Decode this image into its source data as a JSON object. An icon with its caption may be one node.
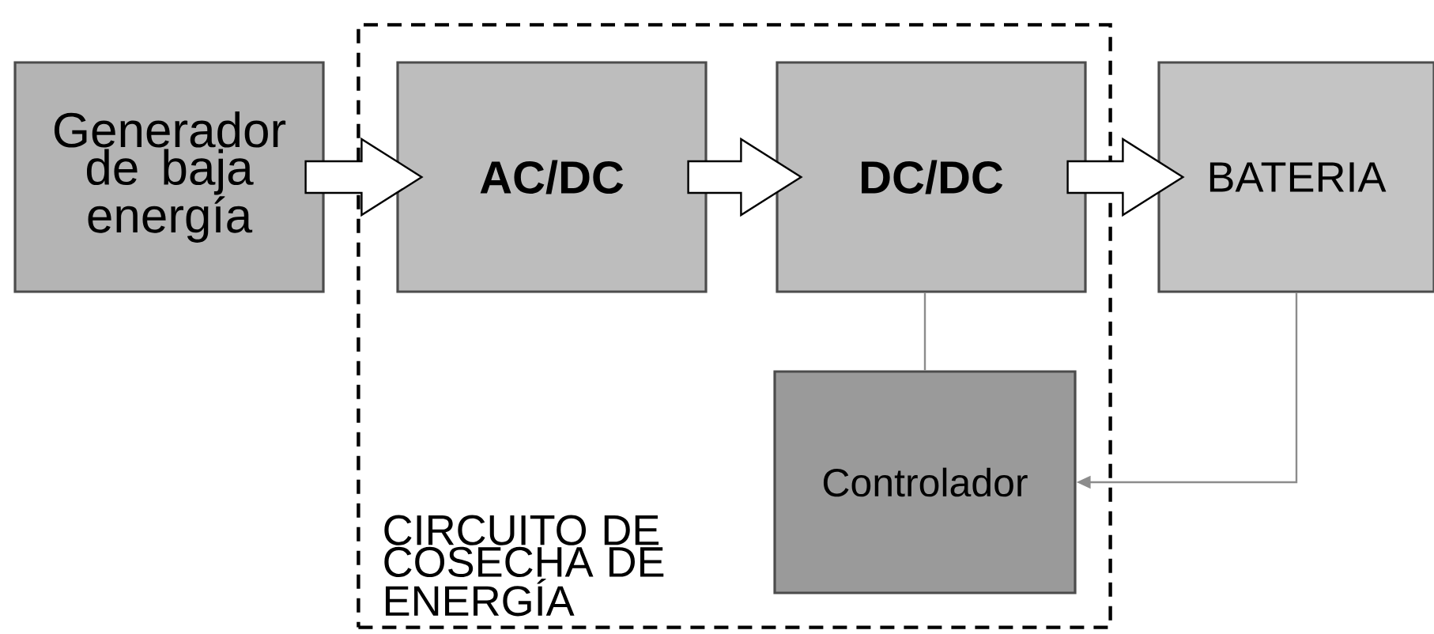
{
  "diagram": {
    "nodes": [
      {
        "text": [
          "Generador de baja energía"
        ]
      },
      {
        "text": [
          "CIRCUITO DE COSECHA DE ENERGÍA"
        ]
      },
      {
        "text": [
          "AC/DC"
        ],
        "in": 1
      },
      {
        "text": [
          "DC/DC"
        ],
        "in": 1
      },
      {
        "text": [
          "BATERIA"
        ]
      },
      {
        "text": [
          "Controlador"
        ],
        "in": 1
      }
    ],
    "edges": [
      {
        "from": 0,
        "to": 2,
        "arrow": "to",
        "style": "thick"
      },
      {
        "from": 2,
        "to": 3,
        "arrow": "to",
        "style": "thick"
      },
      {
        "from": 3,
        "to": 4,
        "arrow": "to",
        "style": "thick"
      },
      {
        "from": 3,
        "to": 5,
        "arrow": "none",
        "color": "#8c8c8c"
      },
      {
        "from": 4,
        "to": 5,
        "arrow": "to",
        "color": "#8c8c8c"
      }
    ]
  }
}
